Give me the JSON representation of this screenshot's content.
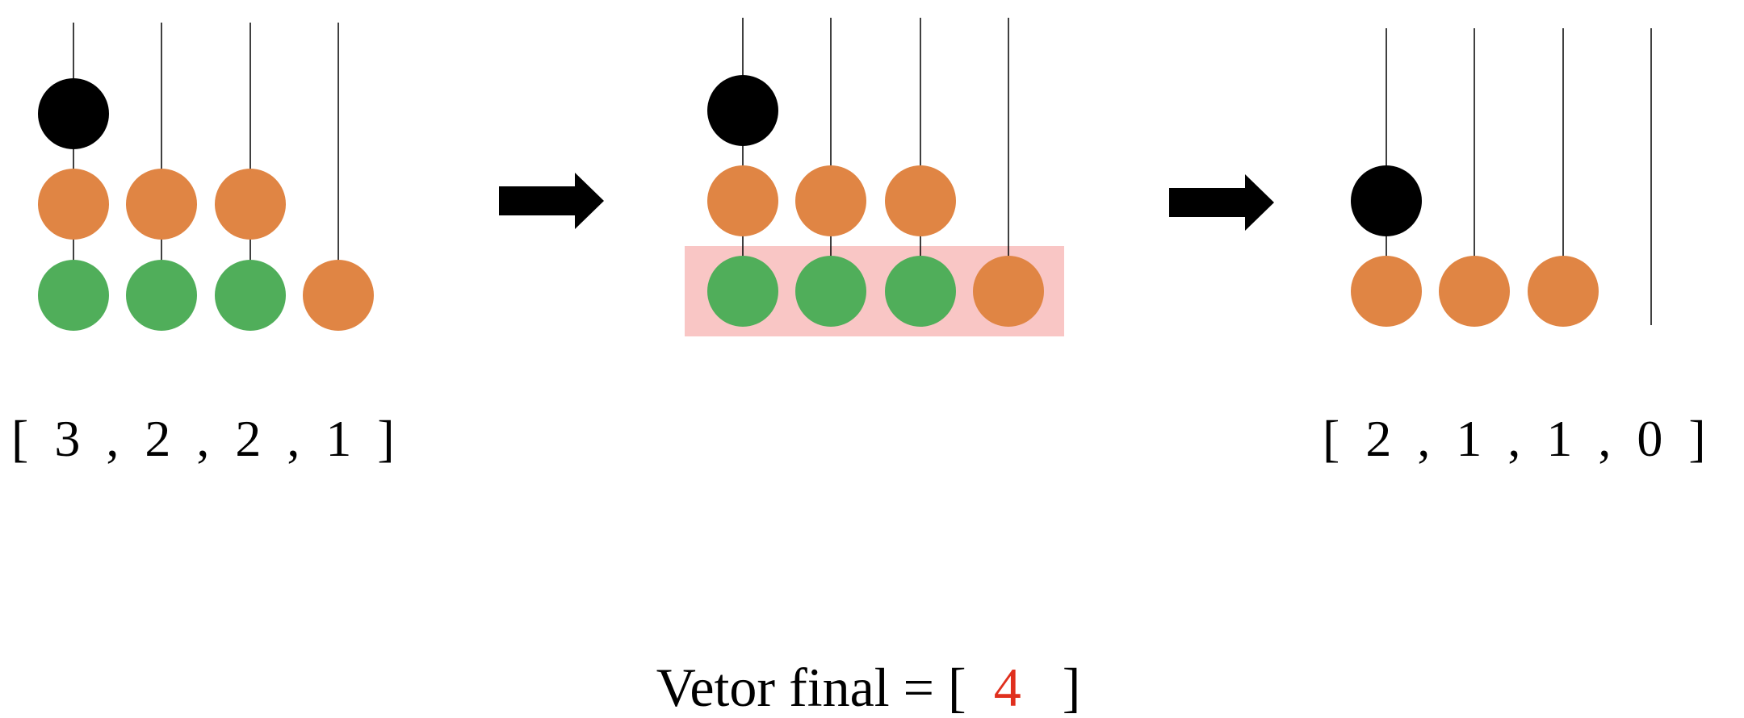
{
  "colors": {
    "bead_black": "#000000",
    "bead_orange": "#E08544",
    "bead_green": "#50AE5A",
    "highlight": "#F9C6C5",
    "final_value": "#E0301E"
  },
  "stages": [
    {
      "columns": [
        [
          "green",
          "orange",
          "black"
        ],
        [
          "green",
          "orange"
        ],
        [
          "green",
          "orange"
        ],
        [
          "orange"
        ]
      ],
      "vector_label": "[  3  ,  2  ,  2  ,  1  ]"
    },
    {
      "columns": [
        [
          "green",
          "orange",
          "black"
        ],
        [
          "green",
          "orange"
        ],
        [
          "green",
          "orange"
        ],
        [
          "orange"
        ]
      ],
      "highlight_bottom_row": true,
      "vector_label": ""
    },
    {
      "columns": [
        [
          "orange",
          "black"
        ],
        [
          "orange"
        ],
        [
          "orange"
        ],
        []
      ],
      "vector_label": "[  2  ,  1  ,  1  ,  0  ]"
    }
  ],
  "arrows": [
    "right-arrow",
    "right-arrow"
  ],
  "final_vector": {
    "prefix": "Vetor final = [  ",
    "value": "4",
    "suffix": "   ]"
  }
}
